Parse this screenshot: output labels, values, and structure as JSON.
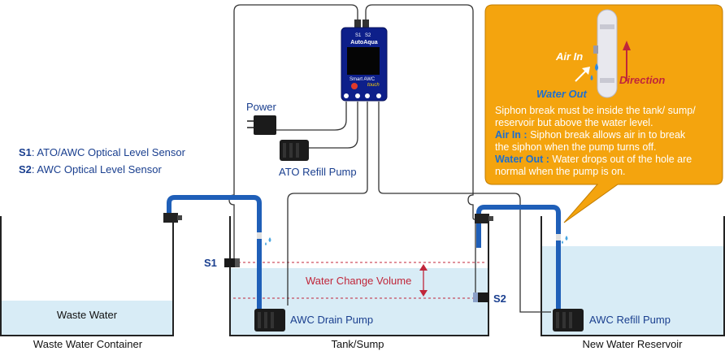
{
  "legend": {
    "s1_key": "S1",
    "s1_text": ": ATO/AWC Optical Level Sensor",
    "s2_key": "S2",
    "s2_text": ": AWC Optical Level Sensor"
  },
  "controller": {
    "port_s1": "S1",
    "port_s2": "S2",
    "brand": "AutoAqua",
    "model": "Smart AWC",
    "model_sub": "touch"
  },
  "labels": {
    "power": "Power",
    "ato_pump": "ATO Refill Pump",
    "waste_water": "Waste Water",
    "waste_container": "Waste Water Container",
    "tank_sump": "Tank/Sump",
    "new_reservoir": "New Water Reservoir",
    "drain_pump": "AWC Drain Pump",
    "refill_pump": "AWC Refill Pump",
    "water_change_volume": "Water Change Volume",
    "sensor_s1": "S1",
    "sensor_s2": "S2"
  },
  "callout": {
    "air_in": "Air In",
    "water_out": "Water Out",
    "direction": "Direction",
    "line1": "Siphon break must be inside the tank/ sump/",
    "line2": "reservoir but above the water level.",
    "air_in_key": "Air In :",
    "air_in_line1": " Siphon break allows air in to break",
    "air_in_line2": "the siphon when the pump turns off.",
    "water_out_key": "Water Out :",
    "water_out_line1": " Water drops out of the hole are",
    "water_out_line2": "normal when the pump is on."
  },
  "colors": {
    "callout_bg": "#f4a40e",
    "pipe": "#1f5fb8",
    "water": "#d8ecf6",
    "label_blue": "#1a3f8f",
    "accent_red": "#c0263a"
  }
}
